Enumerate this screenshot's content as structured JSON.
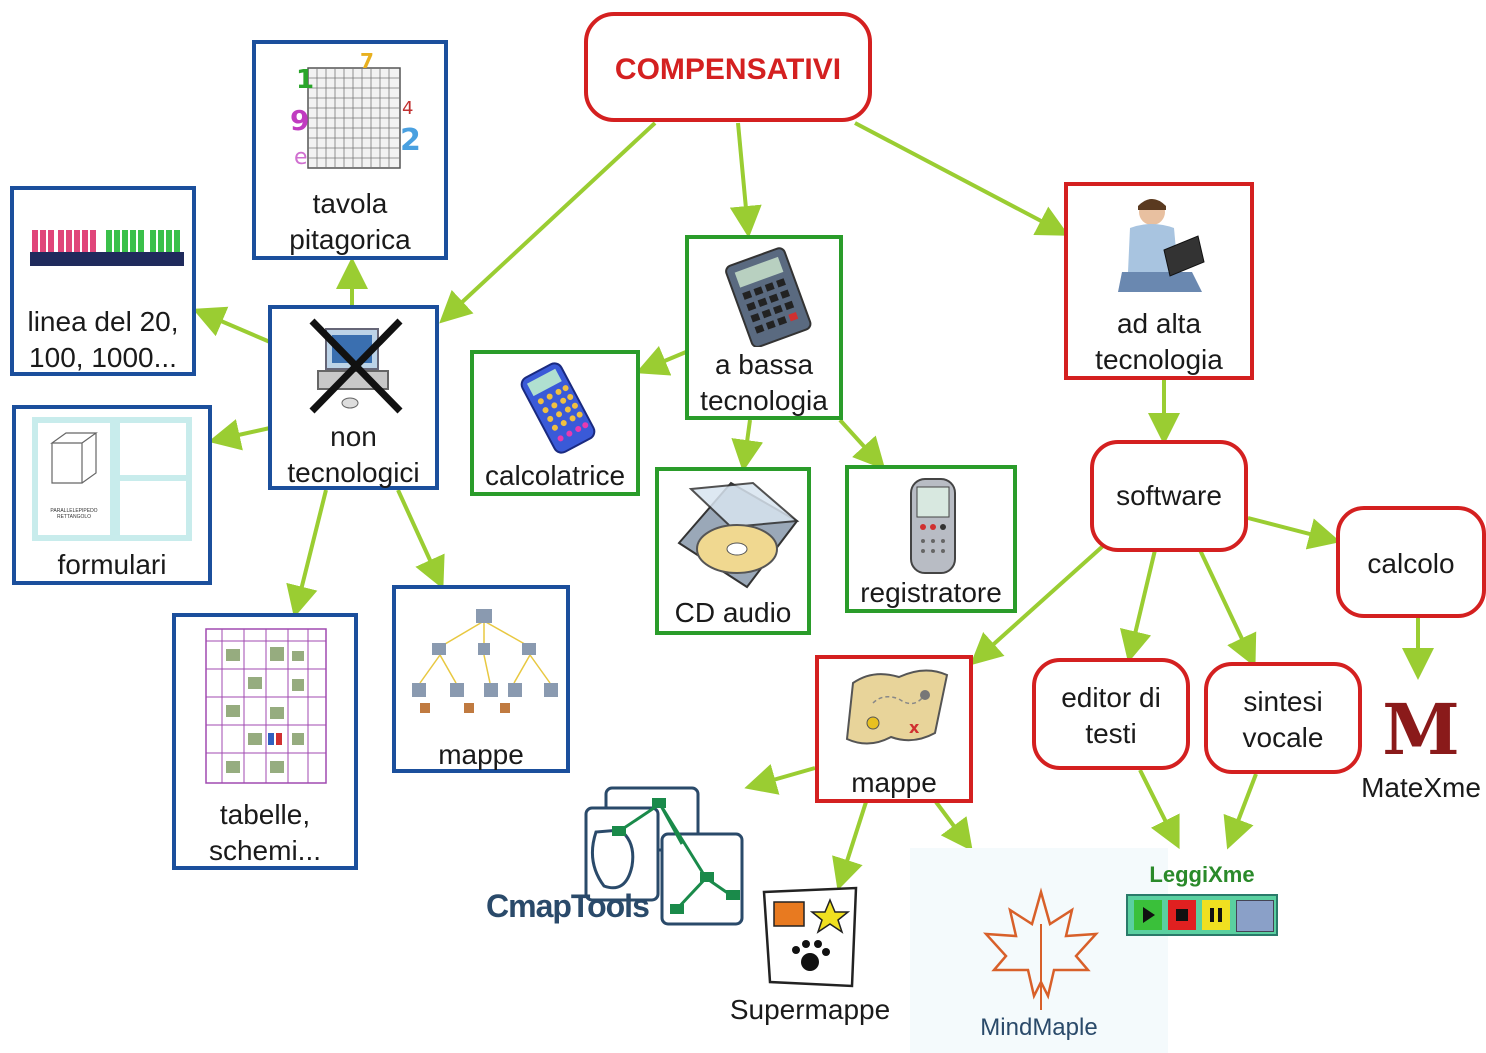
{
  "colors": {
    "edge": "#9acd32",
    "blue": "#1b4f9c",
    "green": "#2a9c2a",
    "red": "#d42020"
  },
  "root": {
    "label": "COMPENSATIVI"
  },
  "non_tech": {
    "label": [
      "non",
      "tecnologici"
    ],
    "children": {
      "tavola": [
        "tavola",
        "pitagorica"
      ],
      "linea": [
        "linea del 20,",
        "100, 1000..."
      ],
      "formulari": "formulari",
      "tabelle": [
        "tabelle,",
        "schemi..."
      ],
      "mappe": "mappe",
      "formulari_pic": {
        "left": "PARALLELEPIPEDO RETTANGOLO"
      }
    }
  },
  "low_tech": {
    "label": [
      "a bassa",
      "tecnologia"
    ],
    "children": {
      "calcolatrice": "calcolatrice",
      "cd": "CD audio",
      "registratore": "registratore"
    }
  },
  "high_tech": {
    "label": [
      "ad alta",
      "tecnologia"
    ],
    "software": "software",
    "children": {
      "calcolo": "calcolo",
      "mappe": "mappe",
      "editor": [
        "editor di",
        "testi"
      ],
      "sintesi": [
        "sintesi",
        "vocale"
      ]
    }
  },
  "products": {
    "cmaptools": "CmapTools",
    "supermappe": "Supermappe",
    "mindmaple": "MindMaple",
    "leggixme": "LeggiXme",
    "matexme": "MateXme",
    "matexme_logo": "M"
  }
}
